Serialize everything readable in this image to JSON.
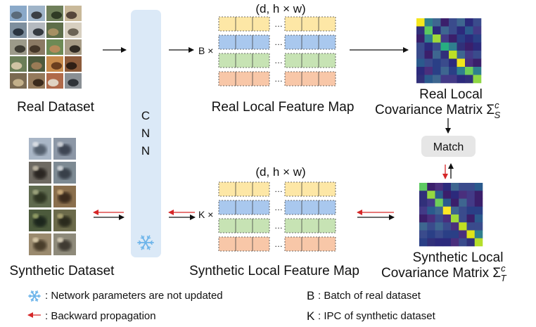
{
  "real_dataset": {
    "label": "Real Dataset"
  },
  "synthetic_dataset": {
    "label": "Synthetic Dataset"
  },
  "cnn": {
    "letters": [
      "C",
      "N",
      "N"
    ]
  },
  "real_feature_map": {
    "dims": "(d, h × w)",
    "multiplier": "B ×",
    "label": "Real Local Feature Map",
    "ellipsis": "…"
  },
  "synthetic_feature_map": {
    "dims": "(d, h × w)",
    "multiplier": "K ×",
    "label": "Synthetic Local Feature Map",
    "ellipsis": "…"
  },
  "real_covariance": {
    "line1": "Real Local",
    "line2_text": "Covariance Matrix Σ",
    "sup": "c",
    "sub": "S"
  },
  "synthetic_covariance": {
    "line1": "Synthetic Local",
    "line2_text": "Covariance Matrix Σ",
    "sup": "c",
    "sub": "T"
  },
  "match": {
    "label": "Match"
  },
  "legend": {
    "frozen": ": Network parameters are not updated",
    "backward": ": Backward propagation",
    "b_key": "B",
    "b_desc": ": Batch of real dataset",
    "k_key": "K",
    "k_desc": ": IPC of synthetic dataset"
  },
  "colors": {
    "cnn_block": "#dbe9f7",
    "row_yellow": "#fde7a6",
    "row_blue": "#a9c8ee",
    "row_green": "#c7e3b4",
    "row_orange": "#f8c7a8",
    "backward_arrow": "#d62728",
    "forward_arrow": "#111111",
    "snowflake": "#6cb4ea",
    "match_box": "#e6e6e6"
  }
}
